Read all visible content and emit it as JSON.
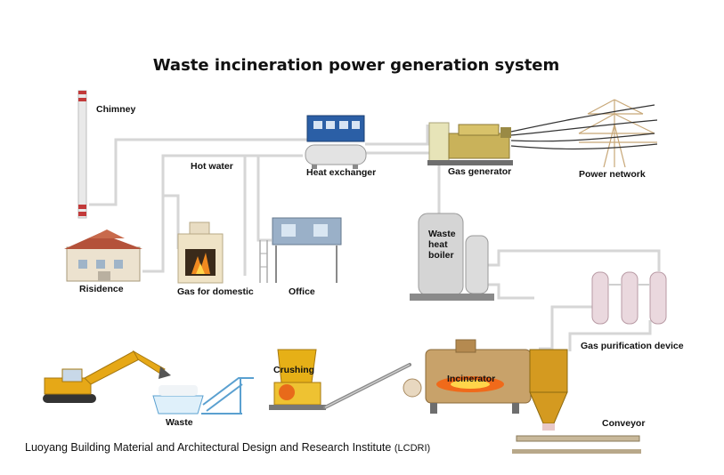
{
  "title": "Waste incineration power generation system",
  "labels": {
    "chimney": "Chimney",
    "hot_water": "Hot water",
    "heat_exchanger": "Heat exchanger",
    "gas_generator": "Gas generator",
    "power_network": "Power network",
    "residence": "Risidence",
    "gas_domestic": "Gas for domestic",
    "office": "Office",
    "boiler_line1": "Waste",
    "boiler_line2": "heat",
    "boiler_line3": "boiler",
    "gas_purification": "Gas purification device",
    "crushing": "Crushing",
    "incinerator": "Incinerator",
    "waste": "Waste",
    "conveyor": "Conveyor"
  },
  "credit": {
    "text": "Luoyang Building Material and Architectural Design and Research Institute",
    "abbr": "(LCDRI)"
  }
}
